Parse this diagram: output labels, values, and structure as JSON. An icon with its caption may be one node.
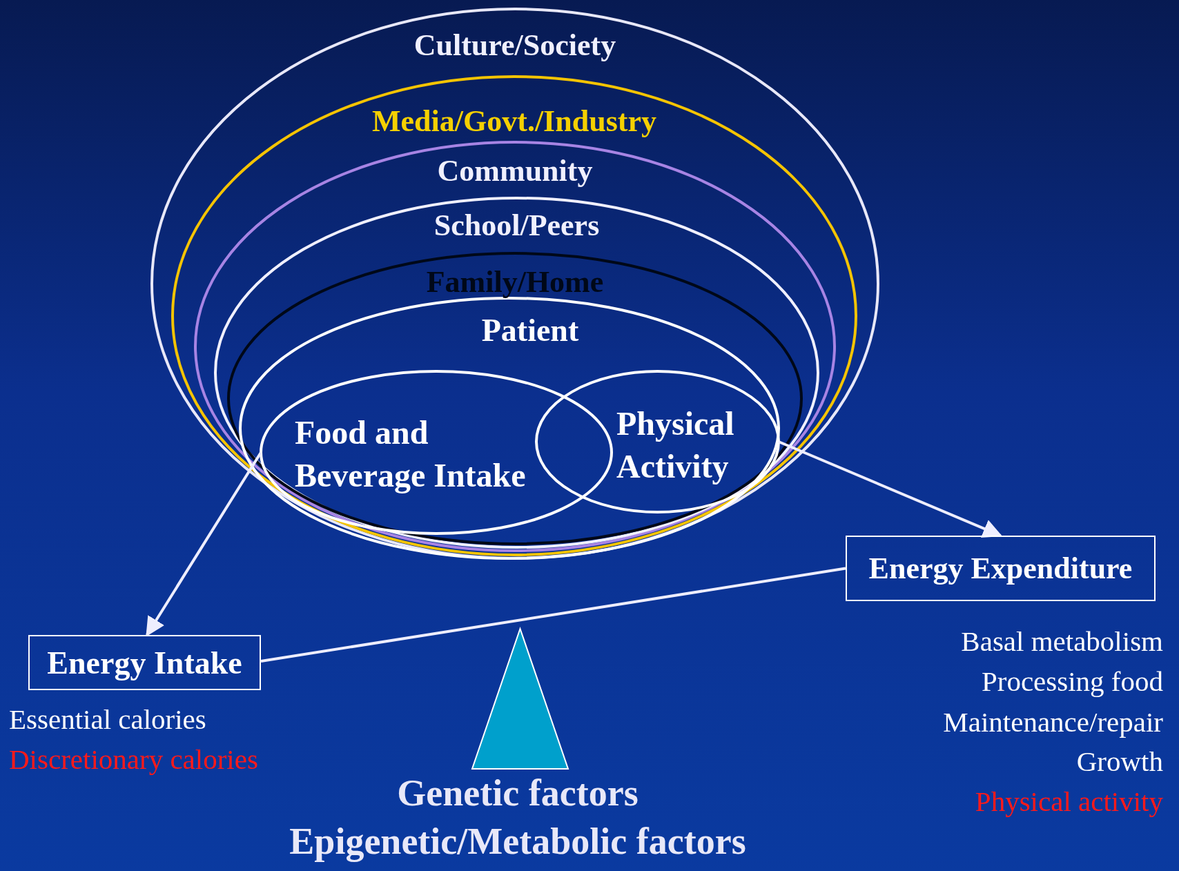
{
  "diagram": {
    "nodes": [
      {
        "text": [
          "Culture/Society"
        ]
      },
      {
        "text": [
          "Media/Govt./Industry"
        ],
        "in": 0
      },
      {
        "text": [
          "Community"
        ],
        "in": 1
      },
      {
        "text": [
          "School/Peers"
        ],
        "in": 2
      },
      {
        "text": [
          "Family/Home"
        ],
        "in": 3
      },
      {
        "text": [
          "Patient"
        ],
        "in": 4
      },
      {
        "text": [
          "Food and Beverage Intake"
        ],
        "in": 5
      },
      {
        "text": [
          "Physical Activity"
        ],
        "in": 5
      },
      {
        "text": [
          "Energy Intake"
        ],
        "beside": [
          "Essential calories",
          "Discretionary calories"
        ]
      },
      {
        "text": [
          "Energy Expenditure"
        ],
        "beside": [
          "Basal metabolism",
          "Processing food",
          "Maintenance/repair",
          "Growth",
          "Physical activity"
        ]
      },
      {
        "text": [],
        "shape": "triangle"
      }
    ],
    "edges": [
      {
        "from": 6,
        "to": 8,
        "arrow": "to"
      },
      {
        "from": 7,
        "to": 9,
        "arrow": "to"
      },
      {
        "from": 8,
        "to": 9,
        "arrow": "none"
      }
    ],
    "labels": [
      "Genetic factors",
      "Epigenetic/Metabolic factors"
    ]
  }
}
